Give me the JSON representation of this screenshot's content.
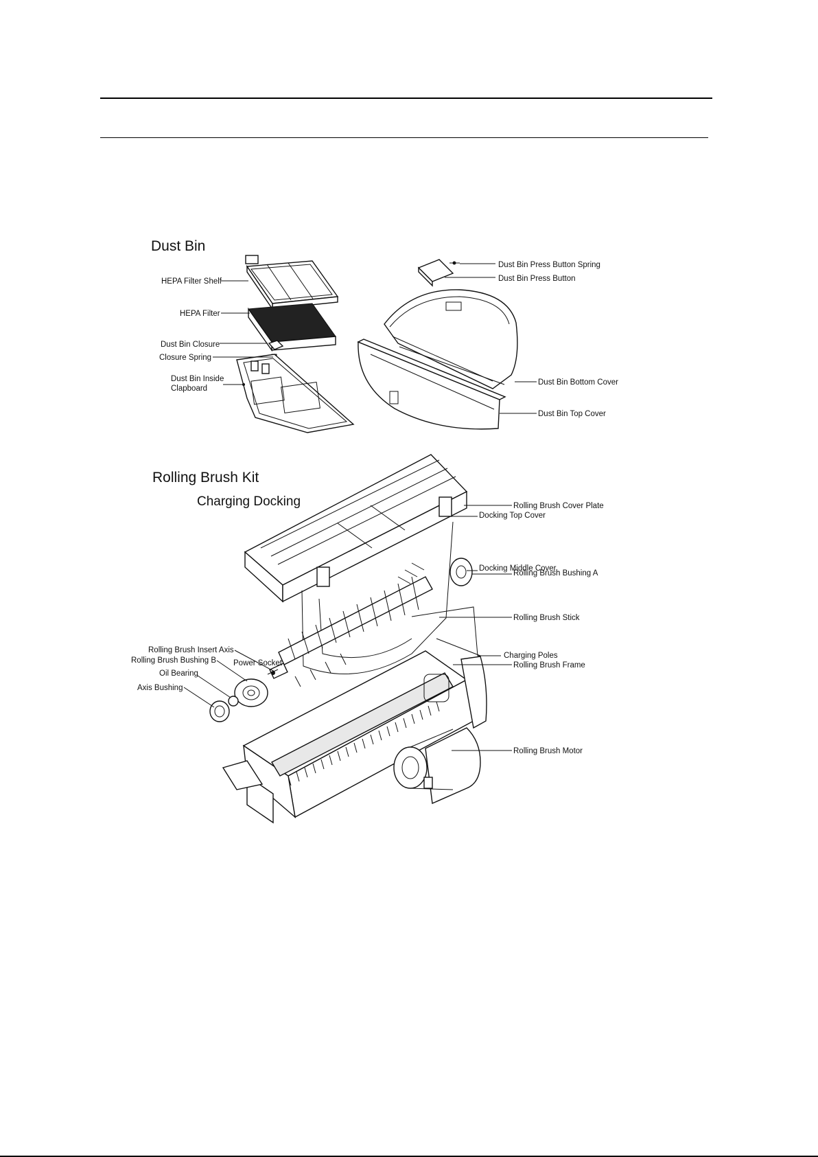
{
  "headings": {
    "dust_bin": "Dust Bin",
    "rolling_brush_kit": "Rolling Brush Kit",
    "charging_docking": "Charging Docking"
  },
  "dust_bin_labels": {
    "hepa_filter_shelf": "HEPA Filter Shelf",
    "hepa_filter": "HEPA Filter",
    "dust_bin_closure": "Dust Bin Closure",
    "closure_spring": "Closure Spring",
    "inside_clapboard_line1": "Dust Bin Inside",
    "inside_clapboard_line2": "Clapboard",
    "press_button_spring": "Dust Bin Press Button Spring",
    "press_button": "Dust Bin Press Button",
    "bottom_cover": "Dust Bin Bottom Cover",
    "top_cover": "Dust Bin Top Cover"
  },
  "brush_labels": {
    "cover_plate": "Rolling Brush Cover Plate",
    "docking_top_cover": "Docking Top Cover",
    "docking_middle_cover": "Docking Middle Cover",
    "bushing_a": "Rolling Brush Bushing A",
    "brush_stick": "Rolling Brush Stick",
    "charging_poles": "Charging Poles",
    "brush_frame": "Rolling Brush Frame",
    "brush_motor": "Rolling Brush Motor",
    "insert_axis": "Rolling Brush Insert Axis",
    "bushing_b": "Rolling Brush Bushing B",
    "power_socket": "Power Socket",
    "oil_bearing": "Oil Bearing",
    "axis_bushing": "Axis Bushing"
  }
}
